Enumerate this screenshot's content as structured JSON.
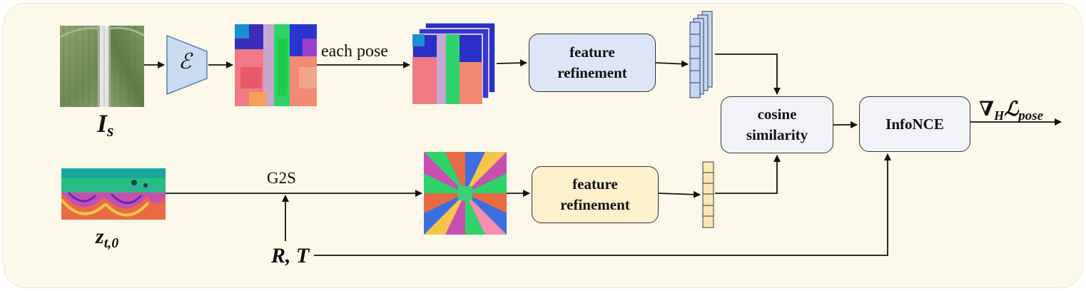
{
  "encoder_symbol": "ℰ",
  "labels": {
    "each_pose": "each pose",
    "g2s": "G2S",
    "input_image_main": "I",
    "input_image_sub": "s",
    "latent_main": "z",
    "latent_sub": "t,0",
    "pose_label": "R, T",
    "grad_nabla": "∇",
    "grad_sub_h": "H",
    "grad_script_l": "ℒ",
    "grad_sub": "pose"
  },
  "boxes": {
    "feature_refinement_top": "feature refinement",
    "feature_refinement_bottom": "feature refinement",
    "cosine_similarity": "cosine similarity",
    "infonce": "InfoNCE"
  },
  "colors": {
    "background": "#fdf9ea",
    "box_blue": "#dce6f8",
    "box_yellow": "#fdf0cc",
    "box_gray": "#f1f3f6",
    "encoder_fill": "#c9dcf2",
    "vector_blue": "#c5d6f0",
    "vector_yellow": "#fbe6b5"
  }
}
